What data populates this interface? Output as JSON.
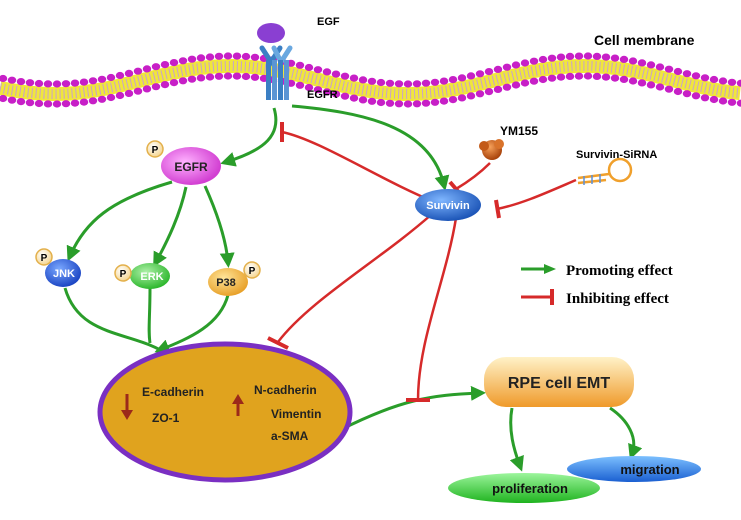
{
  "labels": {
    "egf": "EGF",
    "cell_membrane": "Cell membrane",
    "egfr_receptor": "EGFR",
    "egfr_node": "EGFR",
    "phospho": "P",
    "ym155": "YM155",
    "survivin_sirna": "Survivin-SiRNA",
    "survivin": "Survivin",
    "jnk": "JNK",
    "erk": "ERK",
    "p38": "P38",
    "e_cadherin": "E-cadherin",
    "zo1": "ZO-1",
    "n_cadherin": "N-cadherin",
    "vimentin": "Vimentin",
    "a_sma": "a-SMA",
    "rpe_emt": "RPE cell EMT",
    "proliferation": "proliferation",
    "migration": "migration"
  },
  "legend": {
    "promoting": "Promoting effect",
    "inhibiting": "Inhibiting effect"
  },
  "colors": {
    "promote": "#2a9d2a",
    "inhibit": "#d62a2a",
    "membrane": "#c71fc7",
    "membrane_inner": "#f0e63c",
    "cell_fill": "#e0a31e",
    "cell_border": "#7a2fc2",
    "egfr_fill": "#e255e2",
    "survivin_fill": "#2f6fd0",
    "rpe_fill": "#f3a63a",
    "proliferation_fill": "#3fd13f",
    "migration_fill": "#2a7ae0"
  }
}
